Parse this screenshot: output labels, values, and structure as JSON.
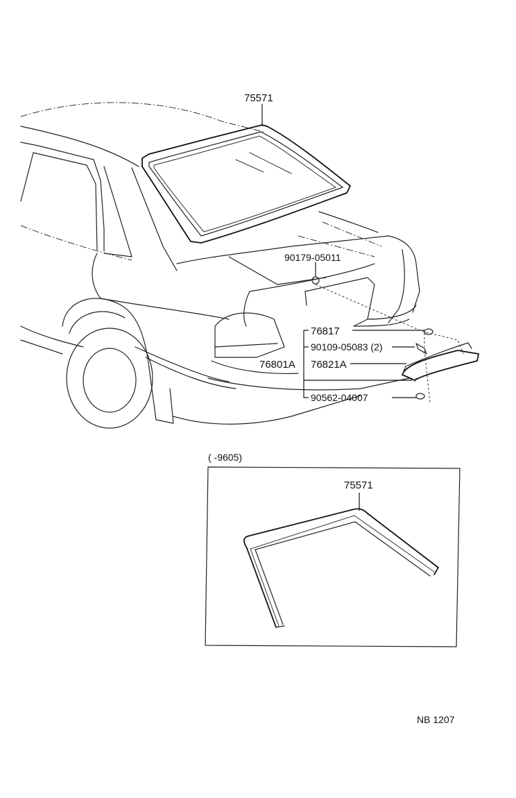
{
  "callouts": {
    "rear_glass_seal": "75571",
    "clip_upper": "90179-05011",
    "part_76817": "76817",
    "screw": "90109-05083 (2)",
    "group_left": "76801A",
    "part_76821a": "76821A",
    "nut": "90562-04007"
  },
  "inset": {
    "range_label": "(      -9605)",
    "seal_label": "75571"
  },
  "footer": {
    "code": "NB  1207"
  }
}
